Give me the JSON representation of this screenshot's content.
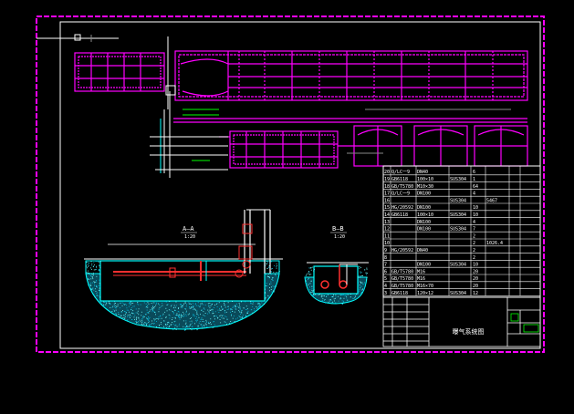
{
  "colors": {
    "background": "#000000",
    "frame": "#ffffff",
    "border": "#ff00ff",
    "pipe": "#00ffff",
    "accent_red": "#ff3030",
    "accent_green": "#00ff00",
    "soil": "#00c8ff",
    "text": "#ffffff"
  },
  "section_labels": {
    "a": "A—A",
    "a_scale": "1:20",
    "b": "B—B",
    "b_scale": "1:20"
  },
  "parts_table": {
    "rows": [
      {
        "no": "20",
        "code": "Q/LC一9",
        "name": "DN40",
        "mat": "",
        "qty": "6",
        "note": ""
      },
      {
        "no": "19",
        "code": "GB6118",
        "name": "100×10",
        "mat": "SUS304",
        "qty": "1",
        "note": ""
      },
      {
        "no": "18",
        "code": "GB/T5780",
        "name": "M10×30",
        "mat": "",
        "qty": "64",
        "note": ""
      },
      {
        "no": "17",
        "code": "Q/LC一9",
        "name": "DN100",
        "mat": "",
        "qty": "4",
        "note": ""
      },
      {
        "no": "16",
        "code": "",
        "name": "",
        "mat": "SUS304",
        "qty": "",
        "note": "5467"
      },
      {
        "no": "15",
        "code": "HG/20592",
        "name": "DN100",
        "mat": "",
        "qty": "10",
        "note": ""
      },
      {
        "no": "14",
        "code": "GB6118",
        "name": "100×10",
        "mat": "SUS304",
        "qty": "10",
        "note": ""
      },
      {
        "no": "13",
        "code": "",
        "name": "DN100",
        "mat": "",
        "qty": "4",
        "note": ""
      },
      {
        "no": "12",
        "code": "",
        "name": "DN100",
        "mat": "SUS304",
        "qty": "7",
        "note": ""
      },
      {
        "no": "11",
        "code": "",
        "name": "",
        "mat": "",
        "qty": "2",
        "note": ""
      },
      {
        "no": "10",
        "code": "",
        "name": "",
        "mat": "",
        "qty": "2",
        "note": "1026.4"
      },
      {
        "no": "9",
        "code": "HG/20592",
        "name": "DN40",
        "mat": "",
        "qty": "2",
        "note": ""
      },
      {
        "no": "8",
        "code": "",
        "name": "",
        "mat": "",
        "qty": "2",
        "note": ""
      },
      {
        "no": "7",
        "code": "",
        "name": "DN100",
        "mat": "SUS304",
        "qty": "10",
        "note": ""
      },
      {
        "no": "6",
        "code": "GB/T5780",
        "name": "M16",
        "mat": "",
        "qty": "20",
        "note": ""
      },
      {
        "no": "5",
        "code": "GB/T5780",
        "name": "M16",
        "mat": "",
        "qty": "20",
        "note": ""
      },
      {
        "no": "4",
        "code": "GB/T5780",
        "name": "M16×70",
        "mat": "",
        "qty": "20",
        "note": ""
      },
      {
        "no": "3",
        "code": "GB6118",
        "name": "120×12",
        "mat": "SUS304",
        "qty": "12",
        "note": ""
      }
    ]
  },
  "title_block": {
    "title": "曝气系统图"
  }
}
